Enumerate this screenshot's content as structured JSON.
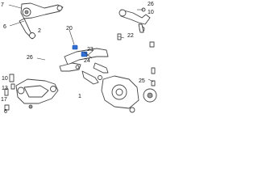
{
  "callouts": {
    "c7": "7",
    "c6_top": "6",
    "c2": "2",
    "c26_top": "26",
    "c10_top": "10",
    "c20": "20",
    "c23": "23",
    "c22": "22",
    "c26_mid": "26",
    "c24": "24",
    "c25": "25",
    "c10_mid": "10",
    "c13": "13",
    "c1": "1",
    "c17": "17",
    "c6_bot": "6"
  },
  "colors": {
    "line": "#444444",
    "highlight": "#2f6fd6"
  }
}
